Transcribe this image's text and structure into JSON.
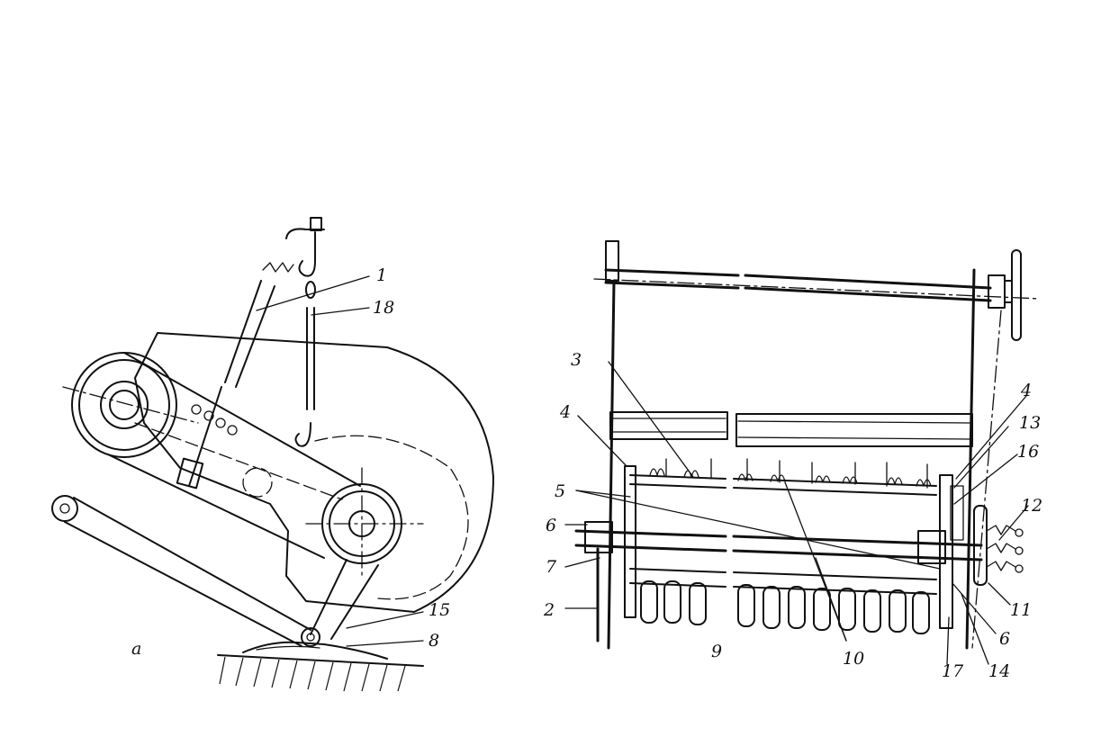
{
  "figure": {
    "panel_a_label": "a",
    "panel_b_label": "",
    "left_labels": [
      "1",
      "18",
      "15",
      "8"
    ],
    "right_labels": [
      "3",
      "4",
      "5",
      "6",
      "7",
      "2",
      "9",
      "10",
      "4",
      "13",
      "16",
      "12",
      "11",
      "6",
      "14",
      "17"
    ]
  }
}
